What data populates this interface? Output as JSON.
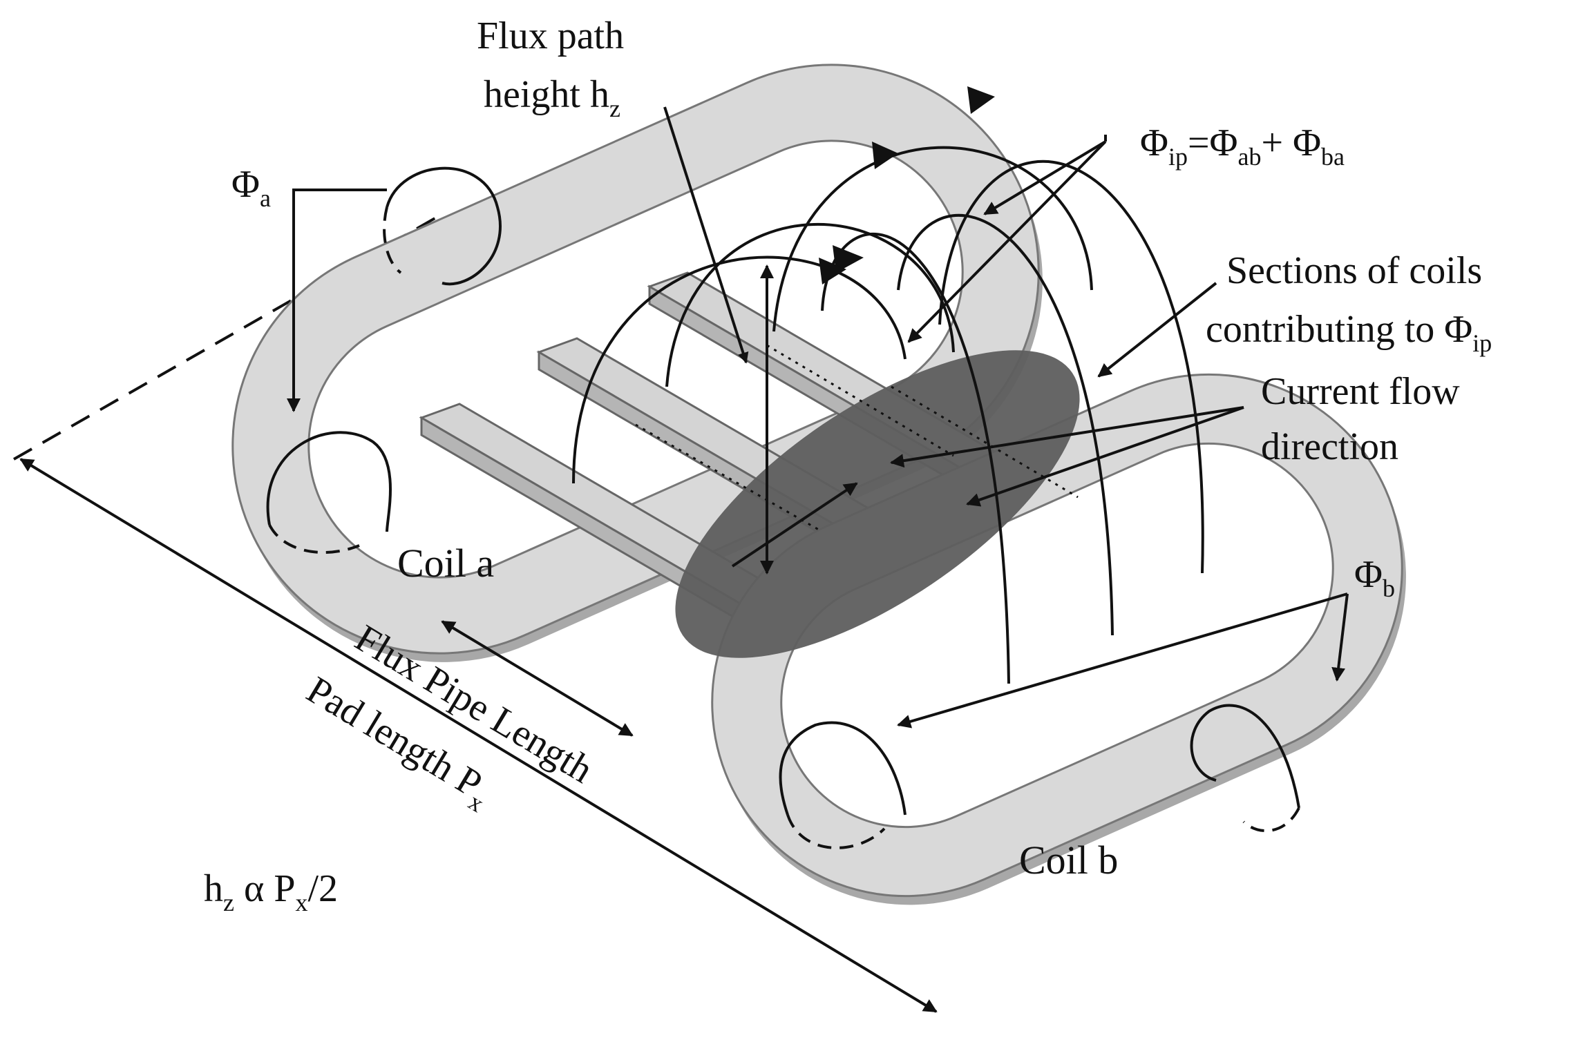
{
  "labels": {
    "flux_path_line1": "Flux path",
    "flux_path_line2": "height h",
    "flux_path_sub": "z",
    "phi_a": "Φ",
    "phi_a_sub": "a",
    "phi_ip_eq": {
      "phi": "Φ",
      "ip": "ip",
      "eq": "=",
      "ab": "ab",
      "plus": "+ ",
      "ba": "ba"
    },
    "sections_line1": "Sections of coils",
    "sections_line2": "contributing to Φ",
    "sections_sub": "ip",
    "current_line1": "Current flow",
    "current_line2": "direction",
    "coil_a": "Coil a",
    "coil_b": "Coil b",
    "phi_b": "Φ",
    "phi_b_sub": "b",
    "flux_pipe_length": "Flux Pipe Length",
    "pad_length": "Pad length P",
    "pad_length_sub": "x",
    "relation": {
      "h": "h",
      "z": "z",
      "alpha": " α P",
      "x": "x",
      "tail": "/2"
    }
  },
  "colors": {
    "coil_fill": "#d9d9d9",
    "coil_edge": "#777777",
    "coil_side": "#a8a8a8",
    "ferrite_fill": "#d4d4d4",
    "ellipse_fill": "#5e5e5e",
    "line": "#111111"
  }
}
